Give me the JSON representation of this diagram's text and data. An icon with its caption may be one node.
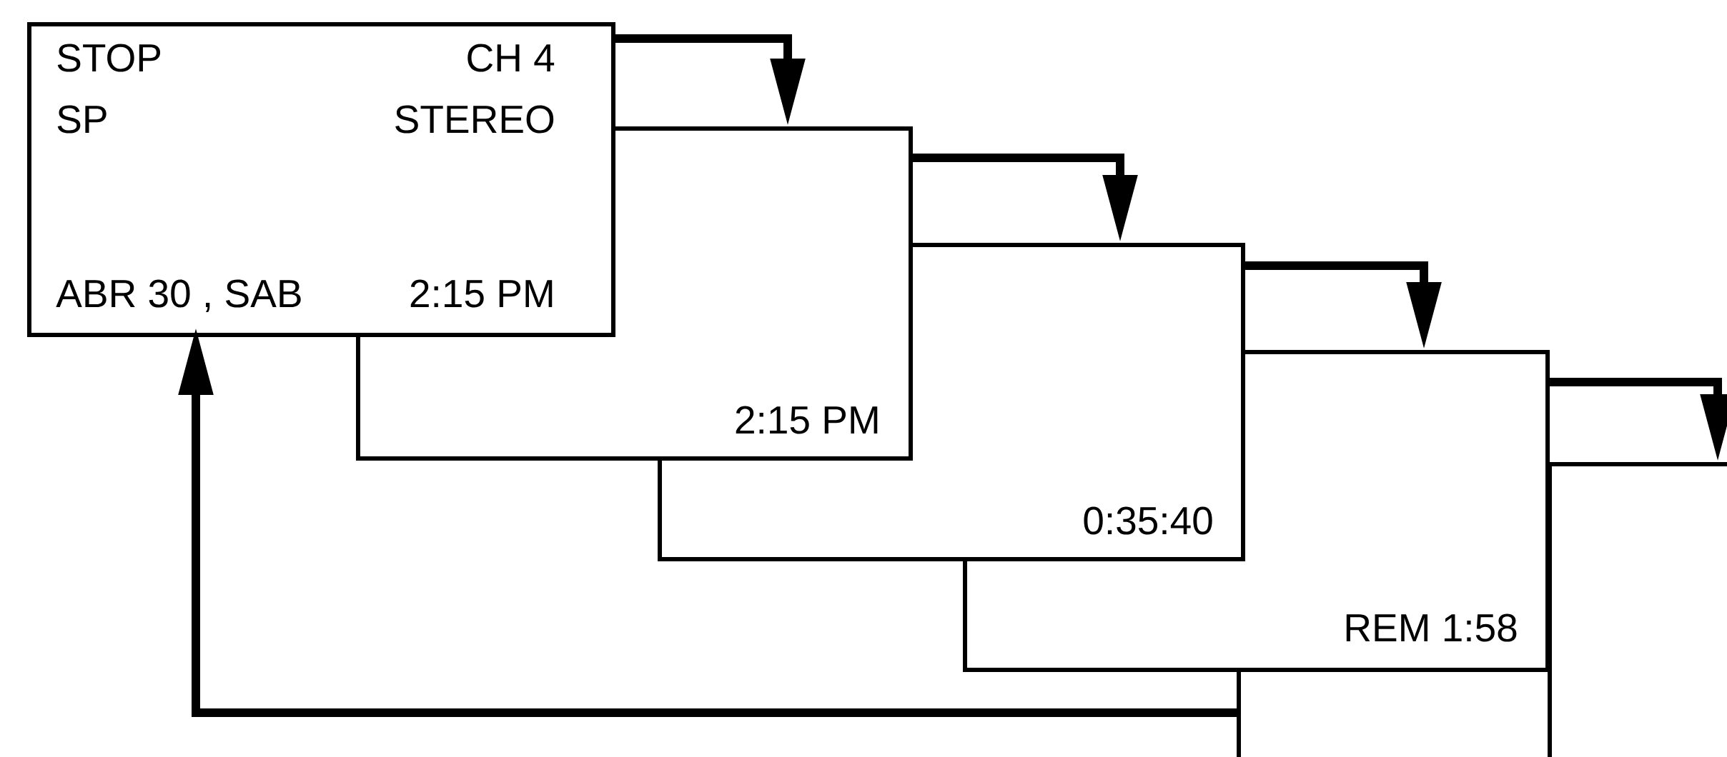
{
  "diagram": {
    "nodes": [
      {
        "text": [
          "STOP",
          "CH 4",
          "SP",
          "STEREO",
          "ABR 30 , SAB",
          "2:15 PM"
        ]
      },
      {
        "text": [
          "2:15 PM"
        ]
      },
      {
        "text": [
          "0:35:40"
        ]
      },
      {
        "text": [
          "REM 1:58"
        ]
      },
      {
        "text": [],
        "shape": "box"
      }
    ],
    "edges": [
      {
        "from": 0,
        "to": 1,
        "arrow": "to"
      },
      {
        "from": 1,
        "to": 2,
        "arrow": "to"
      },
      {
        "from": 2,
        "to": 3,
        "arrow": "to"
      },
      {
        "from": 3,
        "to": 4,
        "arrow": "to"
      },
      {
        "from": 3,
        "to": null,
        "arrow": "none"
      },
      {
        "from": null,
        "to": 0,
        "arrow": "to"
      }
    ]
  }
}
